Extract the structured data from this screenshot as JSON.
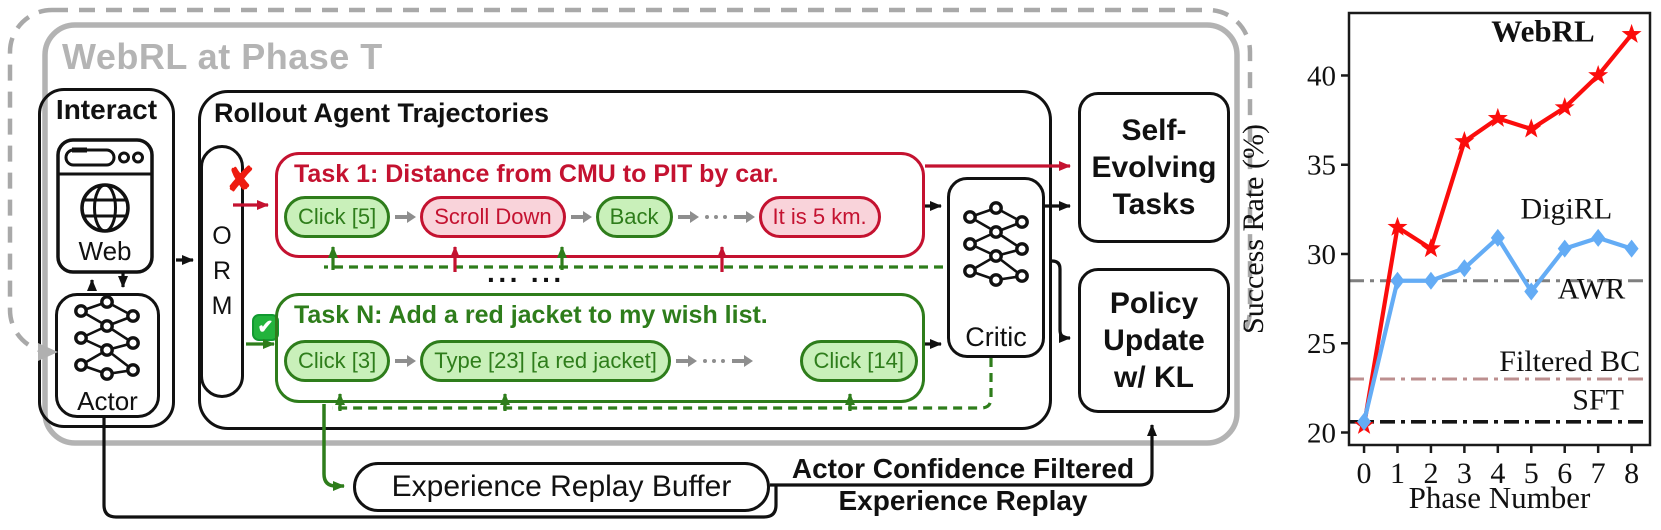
{
  "figure": {
    "phase_box_title": "WebRL at Phase T",
    "interact": {
      "title": "Interact",
      "web_label": "Web",
      "actor_label": "Actor"
    },
    "rollout": {
      "title": "Rollout Agent Trajectories",
      "orm_letters": [
        "O",
        "R",
        "M"
      ],
      "task_fail": {
        "status_icon": "✘",
        "title": "Task 1: Distance from CMU to PIT by car.",
        "steps": [
          {
            "label": "Click [5]",
            "outcome": "good"
          },
          {
            "label": "Scroll Down",
            "outcome": "bad"
          },
          {
            "label": "Back",
            "outcome": "good"
          },
          {
            "label": "It is 5 km.",
            "outcome": "bad"
          }
        ]
      },
      "task_success": {
        "status_icon": "✔",
        "title": "Task N: Add a red jacket to my wish list.",
        "steps": [
          {
            "label": "Click [3]",
            "outcome": "good"
          },
          {
            "label": "Type [23] [a red jacket]",
            "outcome": "good"
          },
          {
            "label": "Click [14]",
            "outcome": "good"
          }
        ]
      },
      "between_tasks_ellipsis": "··· ···",
      "critic_label": "Critic"
    },
    "self_evolving_tasks_lines": [
      "Self-",
      "Evolving",
      "Tasks"
    ],
    "policy_update_lines": [
      "Policy",
      "Update",
      "w/ KL"
    ],
    "buffer_label": "Experience Replay Buffer",
    "replay_caption_line1": "Actor Confidence Filtered",
    "replay_caption_line2": "Experience Replay",
    "colors": {
      "fail_accent": "#c41230",
      "success_accent": "#2e7d1b",
      "fail_fill": "#f9d3da",
      "success_fill": "#c9f0ba",
      "frame_gray": "#b3b3b3",
      "check_green": "#22b33c",
      "cross_red": "#ee1b10"
    }
  },
  "chart_data": {
    "type": "line",
    "xlabel": "Phase Number",
    "ylabel": "Success  Rate (%)",
    "x": [
      0,
      1,
      2,
      3,
      4,
      5,
      6,
      7,
      8
    ],
    "xticks": [
      "0",
      "1",
      "2",
      "3",
      "4",
      "5",
      "6",
      "7",
      "8"
    ],
    "yticks": [
      20,
      25,
      30,
      35,
      40
    ],
    "xlim": [
      -0.45,
      8.55
    ],
    "ylim": [
      19.3,
      43.5
    ],
    "grid": false,
    "legend_position": "in-plot text annotations",
    "series": [
      {
        "name": "WebRL",
        "color": "#fb0d0c",
        "marker": "star",
        "values": [
          20.4,
          31.5,
          30.3,
          36.3,
          37.6,
          37.0,
          38.2,
          40.0,
          42.3
        ]
      },
      {
        "name": "DigiRL",
        "color": "#64acf5",
        "marker": "diamond",
        "values": [
          20.6,
          28.5,
          28.5,
          29.2,
          30.9,
          27.9,
          30.3,
          30.9,
          30.3
        ]
      }
    ],
    "baselines": [
      {
        "name": "AWR",
        "value": 28.5,
        "color": "#7f7f7f",
        "style": "dash-dot"
      },
      {
        "name": "Filtered BC",
        "value": 23.0,
        "color": "#bc8f8f",
        "style": "dash-dot"
      },
      {
        "name": "SFT",
        "value": 20.6,
        "color": "#141414",
        "style": "dash-dot"
      }
    ],
    "annotations": [
      {
        "text": "WebRL",
        "x": 5.35,
        "y": 41.9,
        "bold": true
      },
      {
        "text": "DigiRL",
        "x": 6.05,
        "y": 32.0,
        "bold": false
      },
      {
        "text": "AWR",
        "x": 6.8,
        "y": 27.5,
        "bold": false
      },
      {
        "text": "Filtered BC",
        "x": 6.15,
        "y": 23.45,
        "bold": false
      },
      {
        "text": "SFT",
        "x": 7.0,
        "y": 21.3,
        "bold": false
      }
    ]
  }
}
